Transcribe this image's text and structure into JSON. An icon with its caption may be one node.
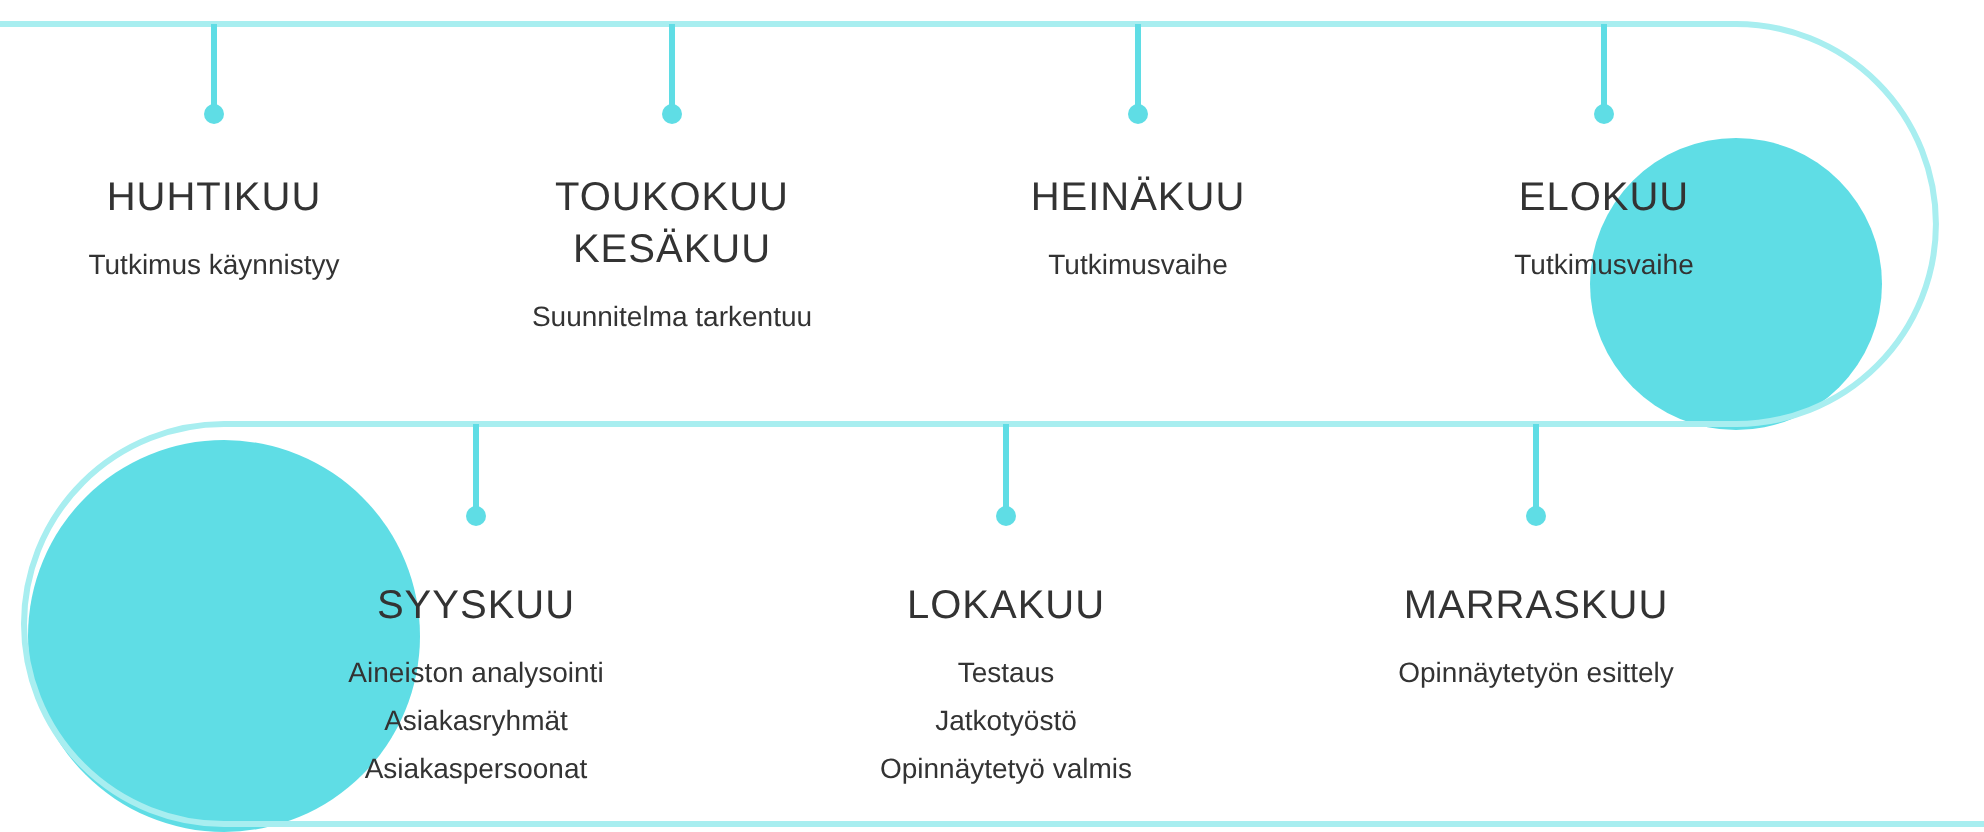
{
  "diagram": {
    "nodes": [
      {
        "text": [
          "HUHTIKUU",
          "Tutkimus käynnistyy"
        ]
      },
      {
        "text": [
          "TOUKOKUU KESÄKUU",
          "Suunnitelma tarkentuu"
        ]
      },
      {
        "text": [
          "HEINÄKUU",
          "Tutkimusvaihe"
        ]
      },
      {
        "text": [
          "ELOKUU",
          "Tutkimusvaihe"
        ]
      },
      {
        "text": [
          "SYYSKUU",
          "Aineiston analysointi",
          "Asiakasryhmät",
          "Asiakaspersoonat"
        ]
      },
      {
        "text": [
          "LOKAKUU",
          "Testaus",
          "Jatkotyöstö",
          "Opinnäytetyö valmis"
        ]
      },
      {
        "text": [
          "MARRASKUU",
          "Opinnäytetyön esittely"
        ]
      }
    ]
  }
}
